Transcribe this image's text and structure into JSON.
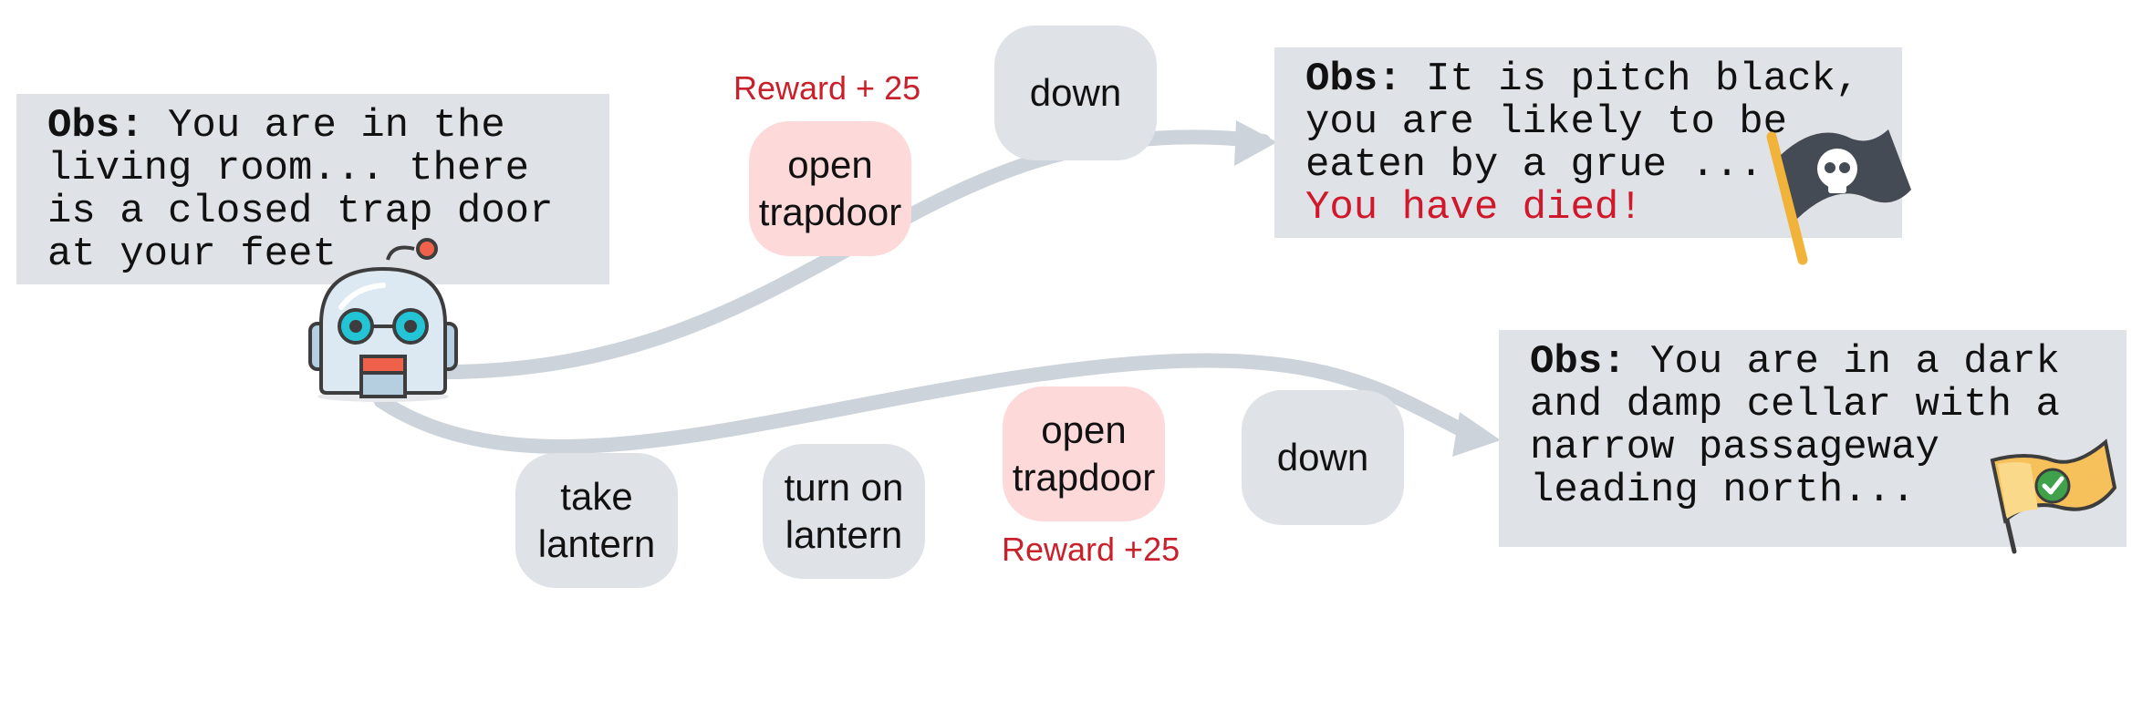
{
  "start_obs": {
    "prefix": "Obs:",
    "text": " You are in the\nliving room... there\nis a closed trap door\nat your feet"
  },
  "top_obs": {
    "prefix": "Obs:",
    "text": " It is pitch black,\nyou are likely to be\neaten by a grue ...\n",
    "died_text": "You have died!"
  },
  "bottom_obs": {
    "prefix": "Obs:",
    "text": " You are in a dark\nand damp cellar with a\nnarrow passageway\nleading north..."
  },
  "top_path": {
    "actions": [
      "open\ntrapdoor",
      "down"
    ],
    "reward": "Reward + 25"
  },
  "bottom_path": {
    "actions": [
      "take\nlantern",
      "turn on\nlantern",
      "open\ntrapdoor",
      "down"
    ],
    "reward": "Reward +25"
  },
  "icons": [
    "robot-agent-icon",
    "pirate-skull-flag-icon",
    "green-check-flag-icon"
  ],
  "colors": {
    "box_bg": "#dfe2e7",
    "reward_bg": "#fdd9da",
    "reward_text": "#c9212c",
    "arrow": "#cdd3db",
    "died_text": "#d0182a"
  }
}
